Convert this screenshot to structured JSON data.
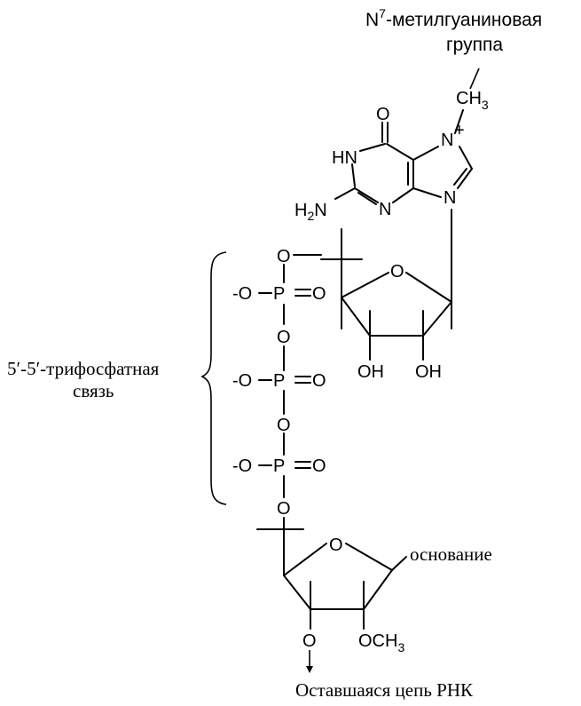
{
  "labels": {
    "methyl_group_line1": "N7-метилгуаниновая",
    "methyl_group_prefix": "N",
    "methyl_group_sup": "7",
    "methyl_group_rest": "-метилгуаниновая",
    "methyl_group_line2": "группа",
    "triphosphate_line1": "5′-5′-трифосфатная",
    "triphosphate_line2": "связь",
    "base": "основание",
    "rna_chain": "Оставшаяся цепь РНК"
  },
  "atoms": {
    "carbonyl_O": "O",
    "HN": "HN",
    "H2N_H": "H",
    "H2N_sub": "2",
    "H2N_N": "N",
    "N_ring_bottom": "N",
    "N7": "N",
    "N7_charge": "+",
    "N9": "N",
    "CH3_C": "CH",
    "CH3_sub": "3",
    "O_link_top": "O",
    "O_minus_1": "-O",
    "P1": "P",
    "O_double_1": "O",
    "O_bridge_1": "O",
    "O_minus_2": "-O",
    "P2": "P",
    "O_double_2": "O",
    "O_bridge_2": "O",
    "O_minus_3": "-O",
    "P3": "P",
    "O_double_3": "O",
    "O_link_bottom": "O",
    "ring_O_top": "O",
    "OH_left": "OH",
    "OH_right": "OH",
    "ring_O_bottom": "O",
    "O_3prime": "O",
    "OCH3_O": "OCH",
    "OCH3_sub": "3"
  }
}
